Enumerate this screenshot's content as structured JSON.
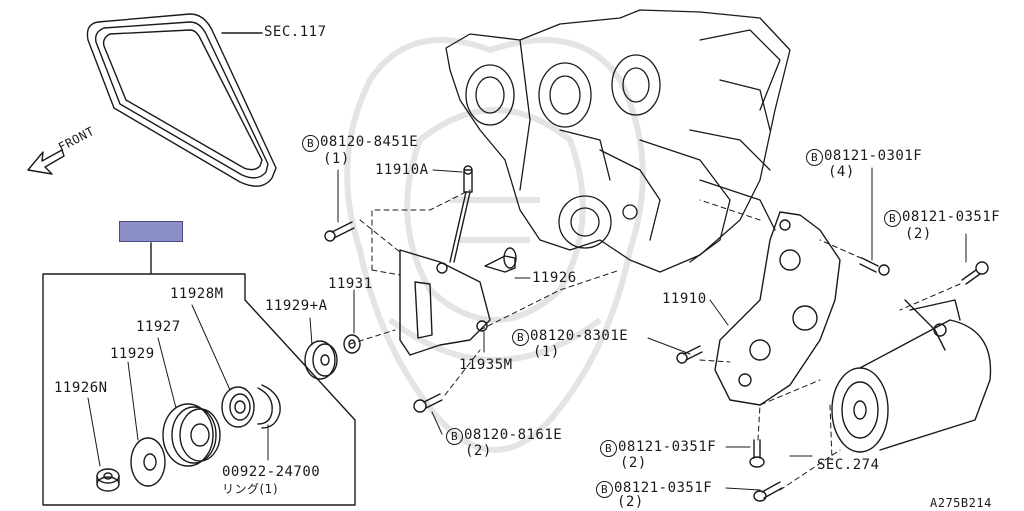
{
  "labels": {
    "sec117": "SEC.117",
    "front": "FRONT",
    "p11910A": "11910A",
    "p11926": "11926",
    "p11931": "11931",
    "p11929A": "11929+A",
    "p11935M": "11935M",
    "p11910": "11910",
    "p11928M": "11928M",
    "p11927": "11927",
    "p11929": "11929",
    "p11926N": "11926N",
    "ring_num": "00922-24700",
    "ring_name": "リング(1)",
    "sec274": "SEC.274",
    "diagram_id": "A275B214"
  },
  "bolts": {
    "b8451E": {
      "circle": "B",
      "num": "08120-8451E",
      "qty": "(1)"
    },
    "b0301F": {
      "circle": "B",
      "num": "08121-0301F",
      "qty": "(4)"
    },
    "b0351F_top": {
      "circle": "B",
      "num": "08121-0351F",
      "qty": "(2)"
    },
    "b8301E": {
      "circle": "B",
      "num": "08120-8301E",
      "qty": "(1)"
    },
    "b8161E": {
      "circle": "B",
      "num": "08120-8161E",
      "qty": "(2)"
    },
    "b0351F_mid": {
      "circle": "B",
      "num": "08121-0351F",
      "qty": "(2)"
    },
    "b0351F_bot": {
      "circle": "B",
      "num": "08121-0351F",
      "qty": "(2)"
    }
  },
  "colors": {
    "line": "#1a1a1a",
    "highlight": "#8d90c8",
    "watermark": "#e6e6e6"
  }
}
